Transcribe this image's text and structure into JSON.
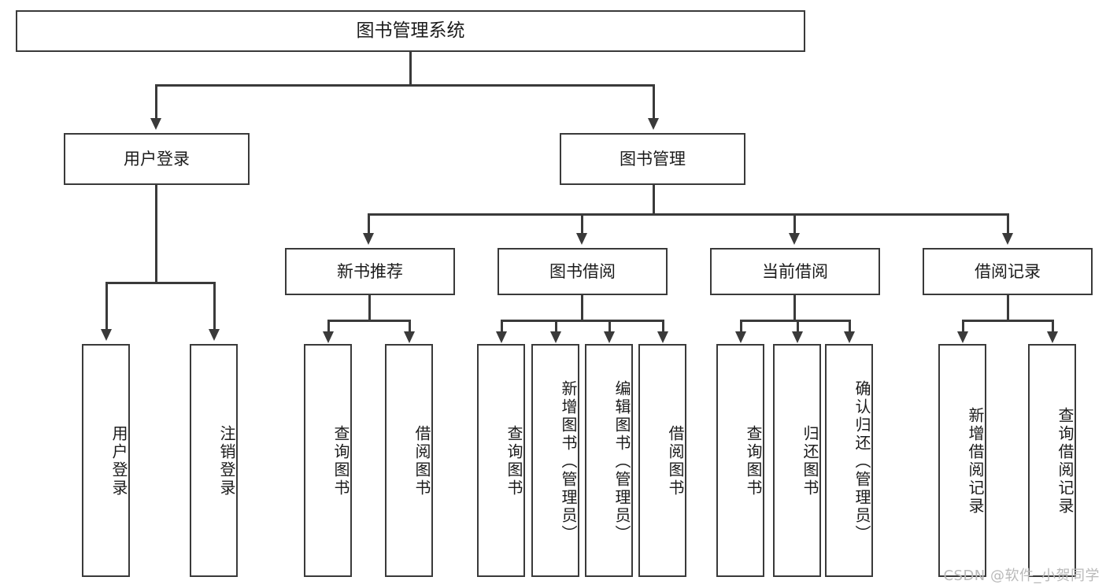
{
  "diagram": {
    "title": "图书管理系统",
    "type": "功能结构图",
    "watermark": "CSDN @软件_小贺同学",
    "colors": {
      "stroke": "#3a3a3a",
      "fill": "#ffffff",
      "text": "#1b1b1b",
      "watermark": "#b9b9b9"
    }
  },
  "nodes": {
    "root": {
      "label": "图书管理系统"
    },
    "level2": [
      {
        "id": "user-login",
        "label": "用户登录"
      },
      {
        "id": "book-management",
        "label": "图书管理"
      }
    ],
    "level3": [
      {
        "id": "new-book-recommend",
        "label": "新书推荐"
      },
      {
        "id": "book-borrow",
        "label": "图书借阅"
      },
      {
        "id": "current-borrow",
        "label": "当前借阅"
      },
      {
        "id": "borrow-record",
        "label": "借阅记录"
      }
    ],
    "leaves": {
      "user_login": [
        {
          "id": "leaf-user-login",
          "label": "用户登录"
        },
        {
          "id": "leaf-logout-login",
          "label": "注销登录"
        }
      ],
      "new_book_recommend": [
        {
          "id": "leaf-query-book-1",
          "label": "查询图书"
        },
        {
          "id": "leaf-borrow-book-1",
          "label": "借阅图书"
        }
      ],
      "book_borrow": [
        {
          "id": "leaf-query-book-2",
          "label": "查询图书"
        },
        {
          "id": "leaf-add-book",
          "label": "新增图书（管理员）"
        },
        {
          "id": "leaf-edit-book",
          "label": "编辑图书（管理员）"
        },
        {
          "id": "leaf-borrow-book-2",
          "label": "借阅图书"
        }
      ],
      "current_borrow": [
        {
          "id": "leaf-query-book-3",
          "label": "查询图书"
        },
        {
          "id": "leaf-return-book",
          "label": "归还图书"
        },
        {
          "id": "leaf-confirm-return",
          "label": "确认归还（管理员）"
        }
      ],
      "borrow_record": [
        {
          "id": "leaf-add-record",
          "label": "新增借阅记录"
        },
        {
          "id": "leaf-query-record",
          "label": "查询借阅记录"
        }
      ]
    }
  }
}
